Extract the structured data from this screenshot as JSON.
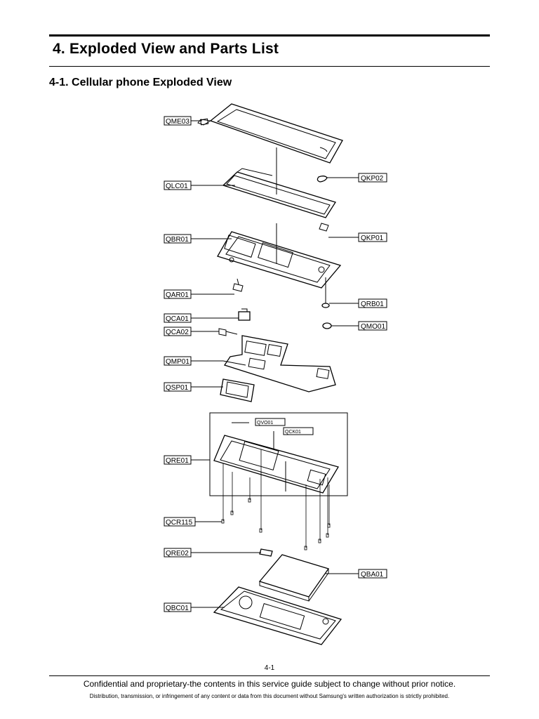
{
  "header": {
    "title": "4. Exploded View and Parts List",
    "subtitle": "4-1. Cellular phone Exploded View"
  },
  "diagram": {
    "labels": {
      "qme03": "QME03",
      "qkp02": "QKP02",
      "qlc01": "QLC01",
      "qbr01": "QBR01",
      "qkp01": "QKP01",
      "qar01": "QAR01",
      "qrb01": "QRB01",
      "qca01": "QCA01",
      "qmo01": "QMO01",
      "qca02": "QCA02",
      "qmp01": "QMP01",
      "qsp01": "QSP01",
      "qvo01": "QVO01",
      "qck01": "QCK01",
      "qre01": "QRE01",
      "qcr115": "QCR115",
      "qre02": "QRE02",
      "qba01": "QBA01",
      "qbc01": "QBC01"
    }
  },
  "footer": {
    "page_number": "4-1",
    "line1": "Confidential and proprietary-the contents in this service guide subject to change without prior notice.",
    "line2": "Distribution, transmission, or infringement of any content or data from this document without Samsung's written authorization is strictly prohibited."
  }
}
